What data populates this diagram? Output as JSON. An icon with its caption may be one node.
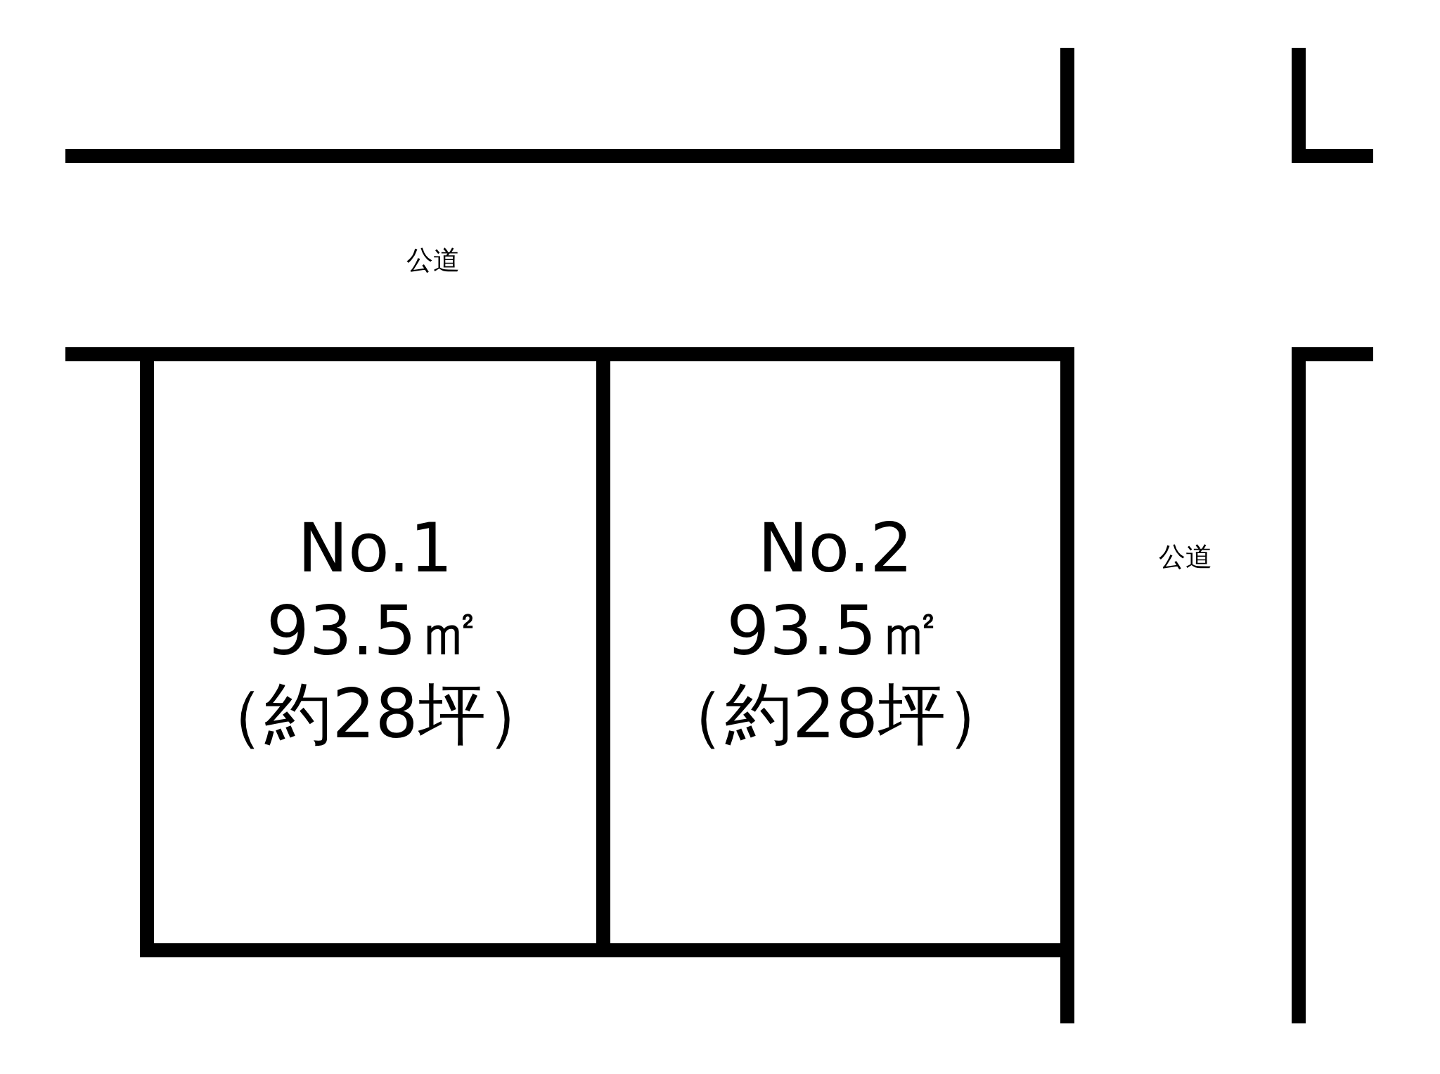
{
  "diagram": {
    "nodes": [
      {
        "text": [
          "No.1",
          "93.5㎡",
          "（約28坪）"
        ]
      },
      {
        "text": [
          "No.2",
          "93.5㎡",
          "（約28坪）"
        ]
      }
    ],
    "labels": [
      "公道",
      "公道"
    ]
  }
}
